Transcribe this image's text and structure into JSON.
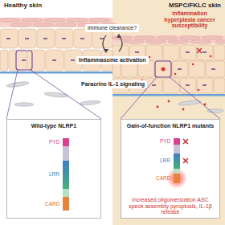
{
  "diagram": {
    "nodes": [
      {
        "text": [
          "Healthy skin"
        ]
      },
      {
        "text": [
          "MSPC/FKLC skin",
          "inflammation hyperplasia cancer susceptibility"
        ]
      },
      {
        "text": [
          "Wild-type NLRP1"
        ],
        "in": 0
      },
      {
        "text": [
          "Gain-of-function NLRP1 mutants",
          "increased oligomerization ASC speck assembly pyroptosis, IL-1β release"
        ],
        "in": 1
      }
    ],
    "labels": [
      "immune clearance?",
      "Inflammasome activation",
      "Paracrine IL-1 signaling",
      "PYD",
      "LRR",
      "CARD",
      "PYD",
      "LRR",
      "CARD"
    ]
  }
}
